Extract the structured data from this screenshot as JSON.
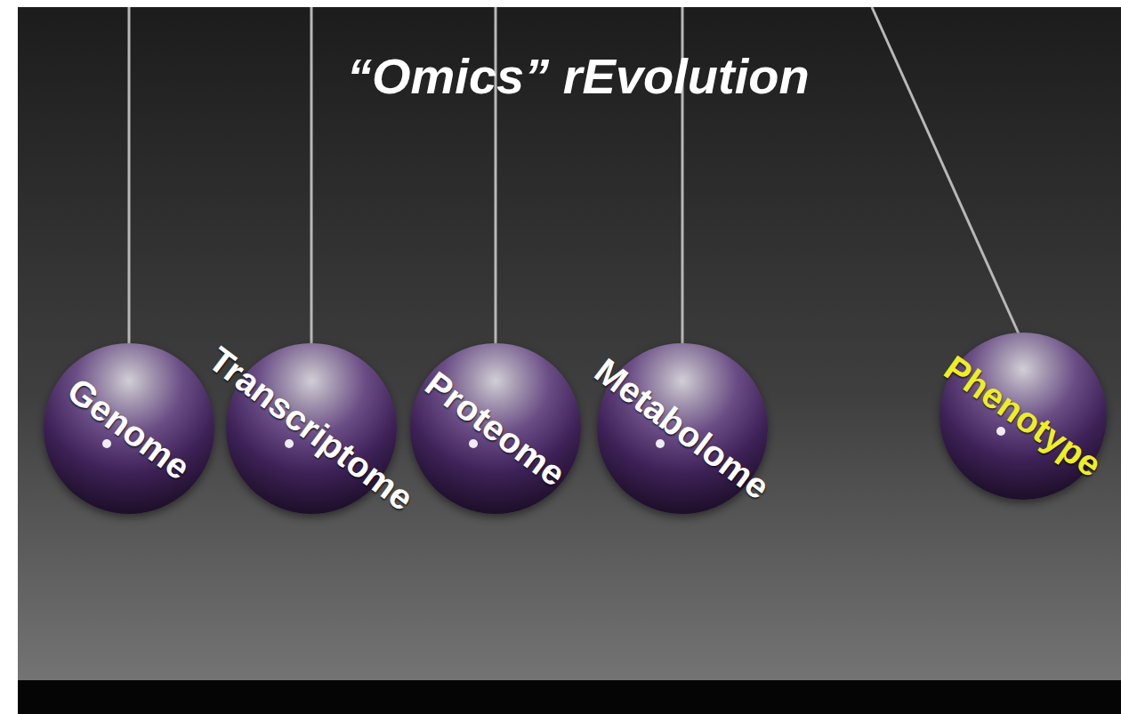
{
  "diagram": {
    "title": "“Omics” rEvolution",
    "nodes": [
      {
        "text": [
          "Genome"
        ]
      },
      {
        "text": [
          "Transcriptome"
        ]
      },
      {
        "text": [
          "Proteome"
        ]
      },
      {
        "text": [
          "Metabolome"
        ]
      },
      {
        "text": [
          "Phenotype"
        ]
      }
    ]
  }
}
